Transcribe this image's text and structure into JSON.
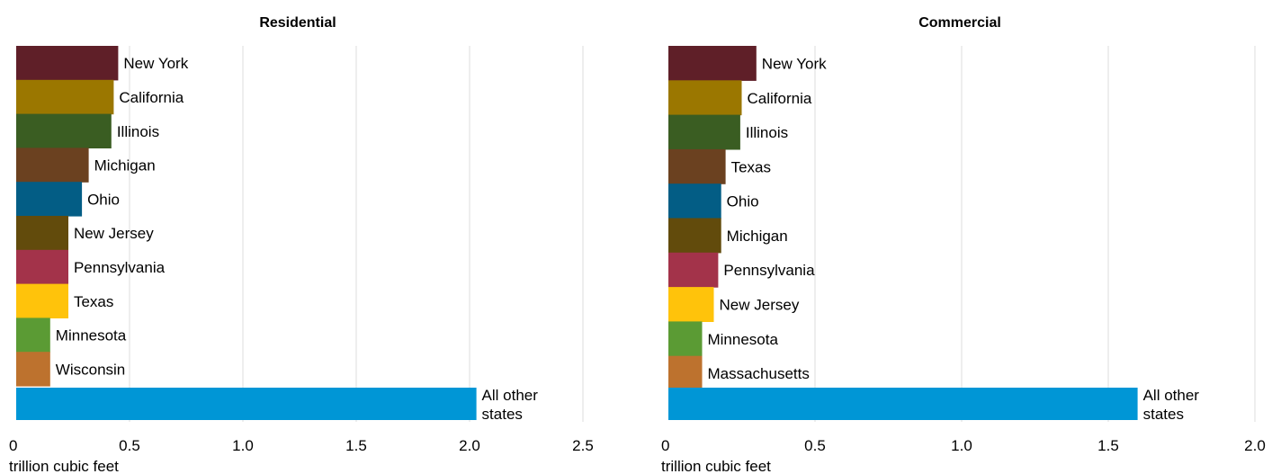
{
  "chart_data": [
    {
      "type": "bar",
      "orientation": "horizontal",
      "title": "Residential",
      "xlabel": "trillion cubic feet",
      "ylabel": "",
      "xlim": [
        0,
        2.5
      ],
      "xticks": [
        "0",
        "0.5",
        "1.0",
        "1.5",
        "2.0",
        "2.5"
      ],
      "grid": "vertical",
      "categories": [
        "New York",
        "California",
        "Illinois",
        "Michigan",
        "Ohio",
        "New Jersey",
        "Pennsylvania",
        "Texas",
        "Minnesota",
        "Wisconsin",
        [
          "All other",
          "states"
        ]
      ],
      "values": [
        0.45,
        0.43,
        0.42,
        0.32,
        0.29,
        0.23,
        0.23,
        0.23,
        0.15,
        0.15,
        2.03
      ],
      "colors": [
        "#5f1f28",
        "#9b7700",
        "#3a5d22",
        "#6b4120",
        "#035d85",
        "#624b0c",
        "#a3334a",
        "#ffc30b",
        "#5b9b34",
        "#bd722e",
        "#0096d6"
      ]
    },
    {
      "type": "bar",
      "orientation": "horizontal",
      "title": "Commercial",
      "xlabel": "trillion cubic feet",
      "ylabel": "",
      "xlim": [
        0,
        2.0
      ],
      "xticks": [
        "0",
        "0.5",
        "1.0",
        "1.5",
        "2.0"
      ],
      "grid": "vertical",
      "categories": [
        "New York",
        "California",
        "Illinois",
        "Texas",
        "Ohio",
        "Michigan",
        "Pennsylvania",
        "New Jersey",
        "Minnesota",
        "Massachusetts",
        [
          "All other",
          "states"
        ]
      ],
      "values": [
        0.3,
        0.25,
        0.245,
        0.195,
        0.18,
        0.18,
        0.17,
        0.155,
        0.115,
        0.115,
        1.6
      ],
      "colors": [
        "#5f1f28",
        "#9b7700",
        "#3a5d22",
        "#6b4120",
        "#035d85",
        "#624b0c",
        "#a3334a",
        "#ffc30b",
        "#5b9b34",
        "#bd722e",
        "#0096d6"
      ]
    }
  ]
}
